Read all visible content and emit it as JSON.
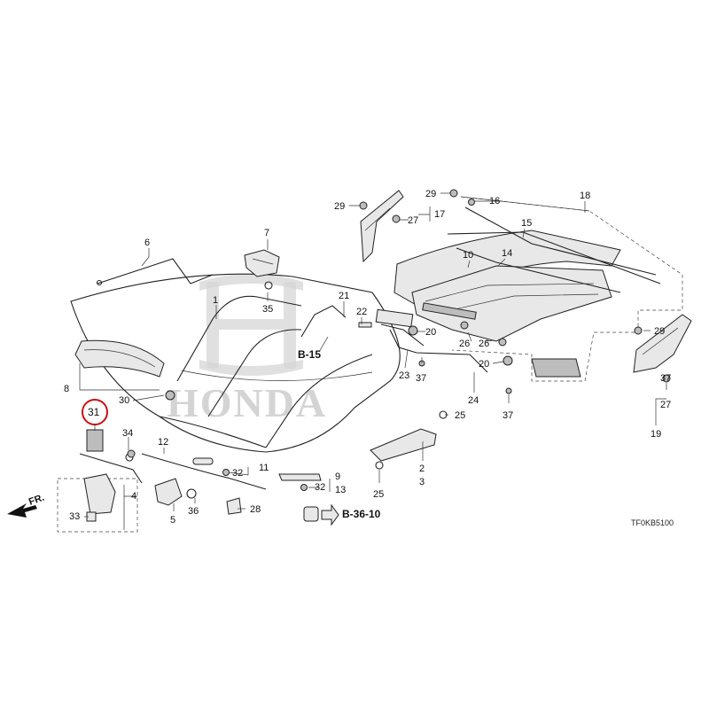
{
  "labels": {
    "p1": "1",
    "p2": "2",
    "p3": "3",
    "p4": "4",
    "p5": "5",
    "p6": "6",
    "p7": "7",
    "p8": "8",
    "p9": "9",
    "p10": "10",
    "p11": "11",
    "p12": "12",
    "p13": "13",
    "p14": "14",
    "p15": "15",
    "p16": "16",
    "p17": "17",
    "p18": "18",
    "p19": "19",
    "p20a": "20",
    "p20b": "20",
    "p21": "21",
    "p22": "22",
    "p23": "23",
    "p24": "24",
    "p25a": "25",
    "p25b": "25",
    "p26a": "26",
    "p26b": "26",
    "p27a": "27",
    "p27b": "27",
    "p28": "28",
    "p29a": "29",
    "p29b": "29",
    "p29c": "29",
    "p30": "30",
    "p31": "31",
    "p32a": "32",
    "p32b": "32",
    "p33": "33",
    "p34": "34",
    "p35": "35",
    "p36": "36",
    "p37a": "37",
    "p37b": "37",
    "p37c": "37"
  },
  "refs": {
    "b15": "B-15",
    "b3610": "B-36-10"
  },
  "front_marker": "FR.",
  "diagram_code": "TF0KB5100",
  "watermark": "HONDA",
  "highlight_color": "#cc1111"
}
